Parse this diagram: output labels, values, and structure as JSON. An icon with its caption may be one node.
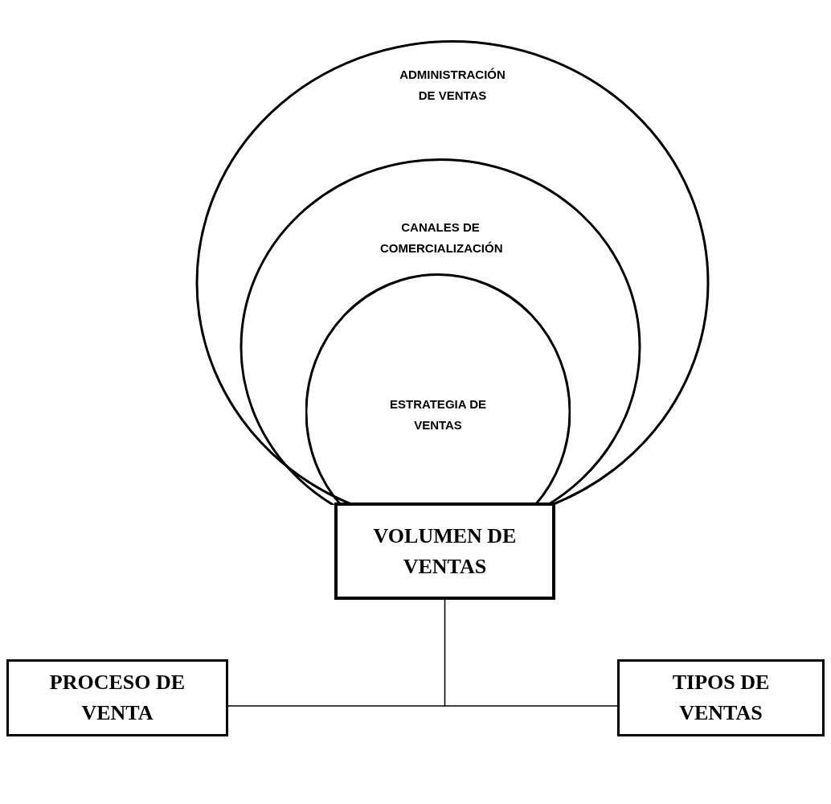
{
  "diagram": {
    "nodes": [
      {
        "text": [
          "ADMINISTRACIÓN DE VENTAS"
        ]
      },
      {
        "text": [
          "CANALES DE COMERCIALIZACIÓN"
        ],
        "in": 0
      },
      {
        "text": [
          "ESTRATEGIA DE VENTAS"
        ],
        "in": 1
      },
      {
        "text": [
          "VOLUMEN DE VENTAS"
        ]
      },
      {
        "text": [
          "PROCESO DE VENTA"
        ]
      },
      {
        "text": [
          "TIPOS DE VENTAS"
        ]
      }
    ],
    "edges": [
      {
        "from": 3,
        "to": 4,
        "arrow": "none"
      },
      {
        "from": 3,
        "to": 5,
        "arrow": "none"
      }
    ]
  }
}
